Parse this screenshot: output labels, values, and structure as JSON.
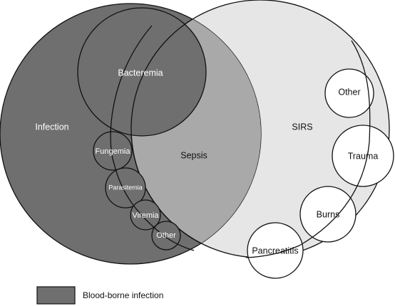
{
  "colors": {
    "infection": "#6f6f6f",
    "sepsis": "#a9a9a9",
    "sirs": "#e6e6e6",
    "blood_borne": "#6f6f6f",
    "white": "#ffffff",
    "stroke": "#111111"
  },
  "labels": {
    "infection": "Infection",
    "sepsis": "Sepsis",
    "sirs": "SIRS",
    "bacteremia": "Bacteremia",
    "fungemia": "Fungemia",
    "parasitemia": "Parasitemia",
    "viremia": "Viremia",
    "other_blood": "Other",
    "other_sirs": "Other",
    "trauma": "Trauma",
    "burns": "Burns",
    "pancreatitis": "Pancreatitis"
  },
  "legend": {
    "label": "Blood-borne infection"
  }
}
